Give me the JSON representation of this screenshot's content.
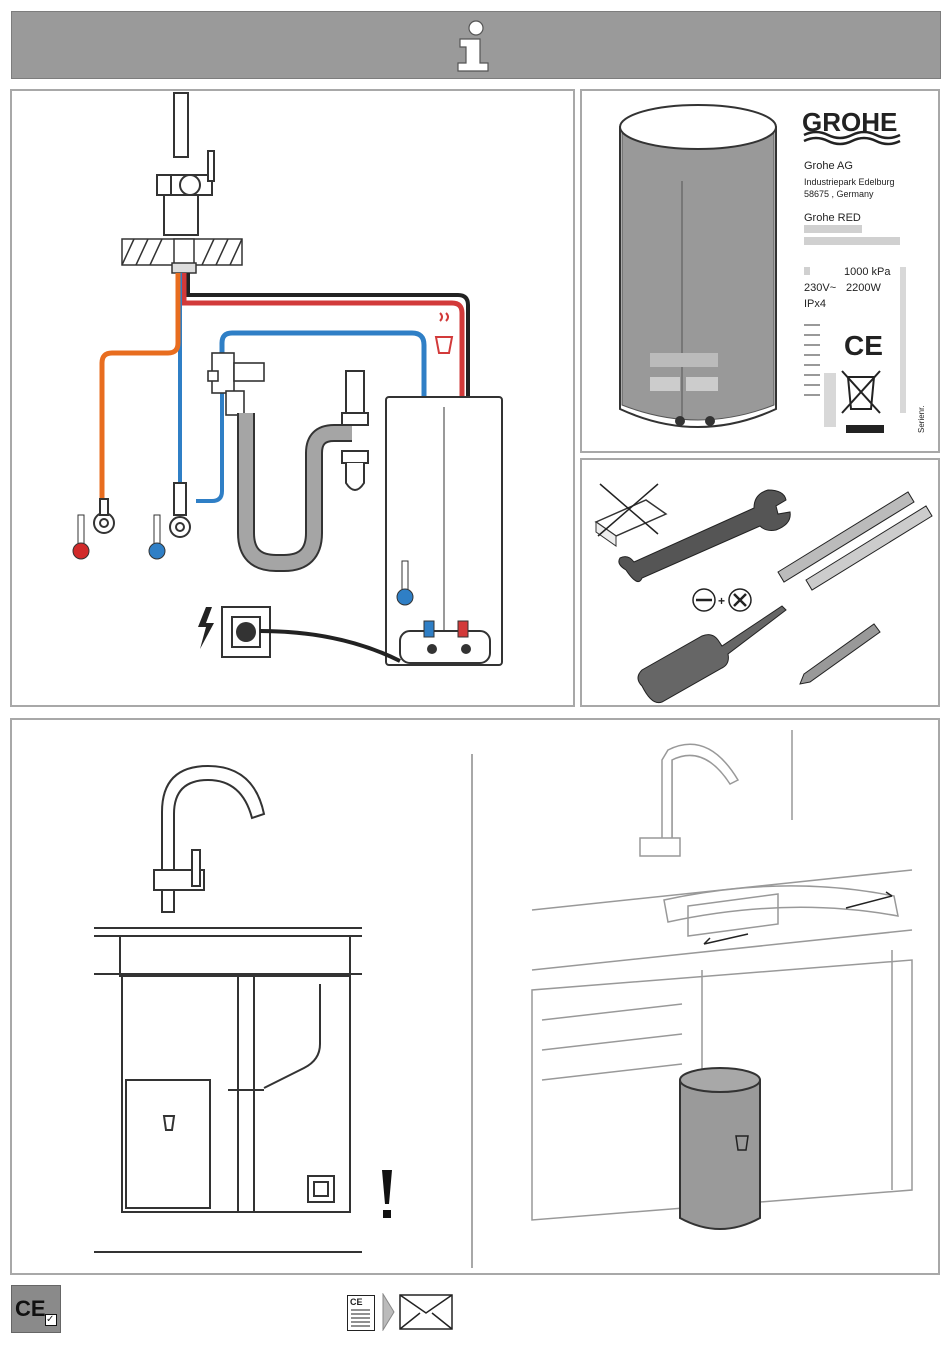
{
  "header": {
    "icon": "info-icon"
  },
  "rating_label": {
    "brand": "GROHE",
    "company": "Grohe AG",
    "address_line1": "Industriepark Edelburg",
    "address_line2": "58675 , Germany",
    "product": "Grohe RED",
    "pressure": "1000 kPa",
    "voltage": "230V~",
    "power": "2200W",
    "protection": "IPx4",
    "ce_mark": "CE",
    "serial_label": "Serienr."
  },
  "footer": {
    "ce_icon_text": "CE",
    "doc_icon_text": "CE"
  }
}
